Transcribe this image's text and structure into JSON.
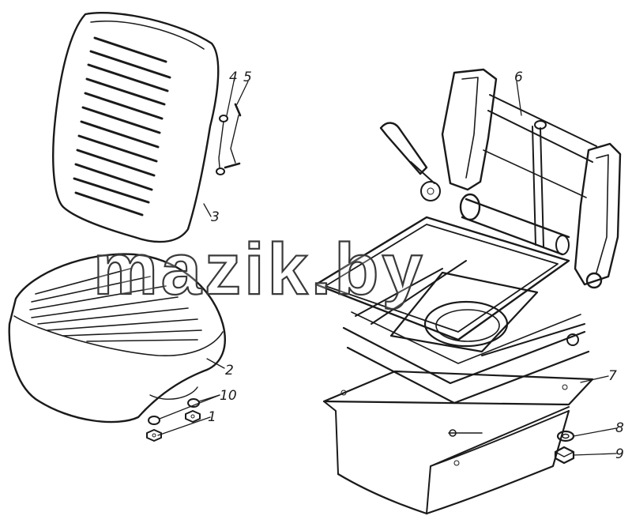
{
  "callouts": {
    "c1": "1",
    "c2": "2",
    "c3": "3",
    "c4": "4",
    "c5": "5",
    "c6": "6",
    "c7": "7",
    "c8": "8",
    "c9": "9",
    "c10": "10"
  },
  "watermark": "mazik.by",
  "colors": {
    "ink": "#1a1a1a",
    "paper": "#ffffff"
  }
}
